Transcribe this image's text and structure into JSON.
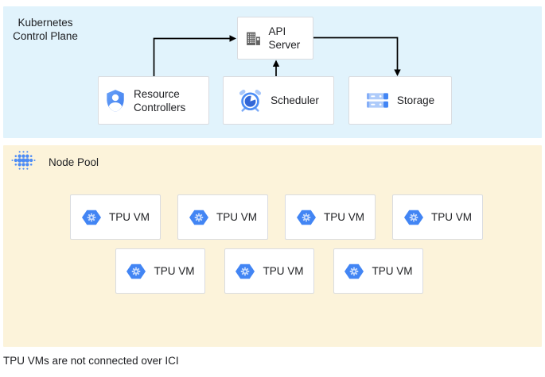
{
  "control_plane": {
    "label": "Kubernetes Control Plane",
    "bg_color": "#e1f3fc",
    "nodes": [
      {
        "id": "api-server",
        "label": "API Server",
        "icon": "building-icon"
      },
      {
        "id": "resource-controllers",
        "label": "Resource Controllers",
        "icon": "shield-user-icon"
      },
      {
        "id": "scheduler",
        "label": "Scheduler",
        "icon": "alarm-clock-icon"
      },
      {
        "id": "storage",
        "label": "Storage",
        "icon": "server-stack-icon"
      }
    ],
    "edges": [
      {
        "from": "resource-controllers",
        "to": "api-server"
      },
      {
        "from": "scheduler",
        "to": "api-server"
      },
      {
        "from": "api-server",
        "to": "storage"
      }
    ]
  },
  "node_pool": {
    "label": "Node Pool",
    "bg_color": "#fcf3da",
    "icon": "dot-cluster-icon",
    "tpu_vm_label": "TPU VM",
    "tpu_vm_count": 7,
    "row_layout": [
      4,
      3
    ],
    "tpu_icon": "tpu-hexagon-icon"
  },
  "caption": "TPU VMs are not connected over ICI",
  "colors": {
    "accent_blue": "#4285f4",
    "light_blue_fill": "#aecbfa",
    "dark_blue_pie": "#3367d6",
    "icon_gray": "#616161",
    "box_border": "#dadce0",
    "box_bg": "#ffffff",
    "arrow": "#000000",
    "text": "#202124"
  }
}
